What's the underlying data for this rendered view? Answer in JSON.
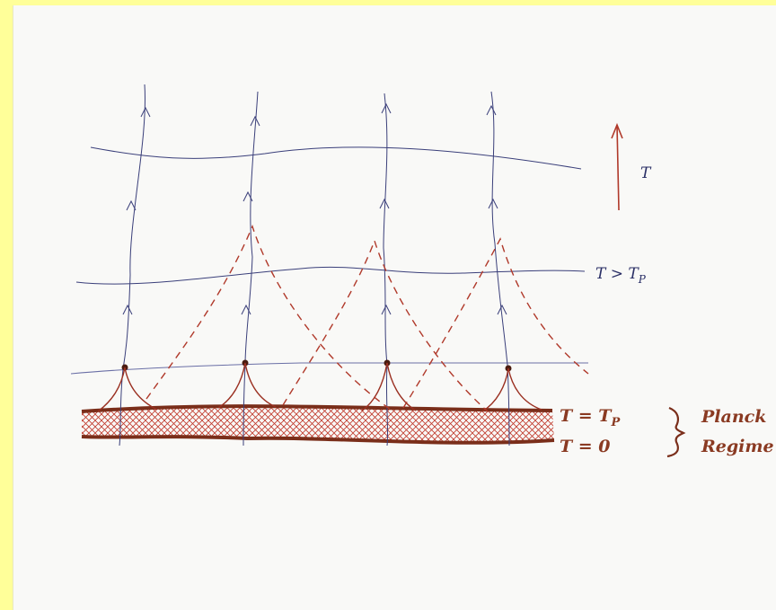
{
  "labels": {
    "time_axis": "T",
    "above_planck": "T > T",
    "above_planck_sub": "P",
    "planck_time": "T = T",
    "planck_time_sub": "P",
    "zero_time": "T = 0",
    "regime_line1": "Planck",
    "regime_line2": "Regime"
  },
  "colors": {
    "paper": "#f9f9f7",
    "border": "#ffff99",
    "ink_blue": "#3a3f7a",
    "ink_red": "#b0392a",
    "ink_brown": "#7a2e1a",
    "hatch": "#c0392b"
  }
}
